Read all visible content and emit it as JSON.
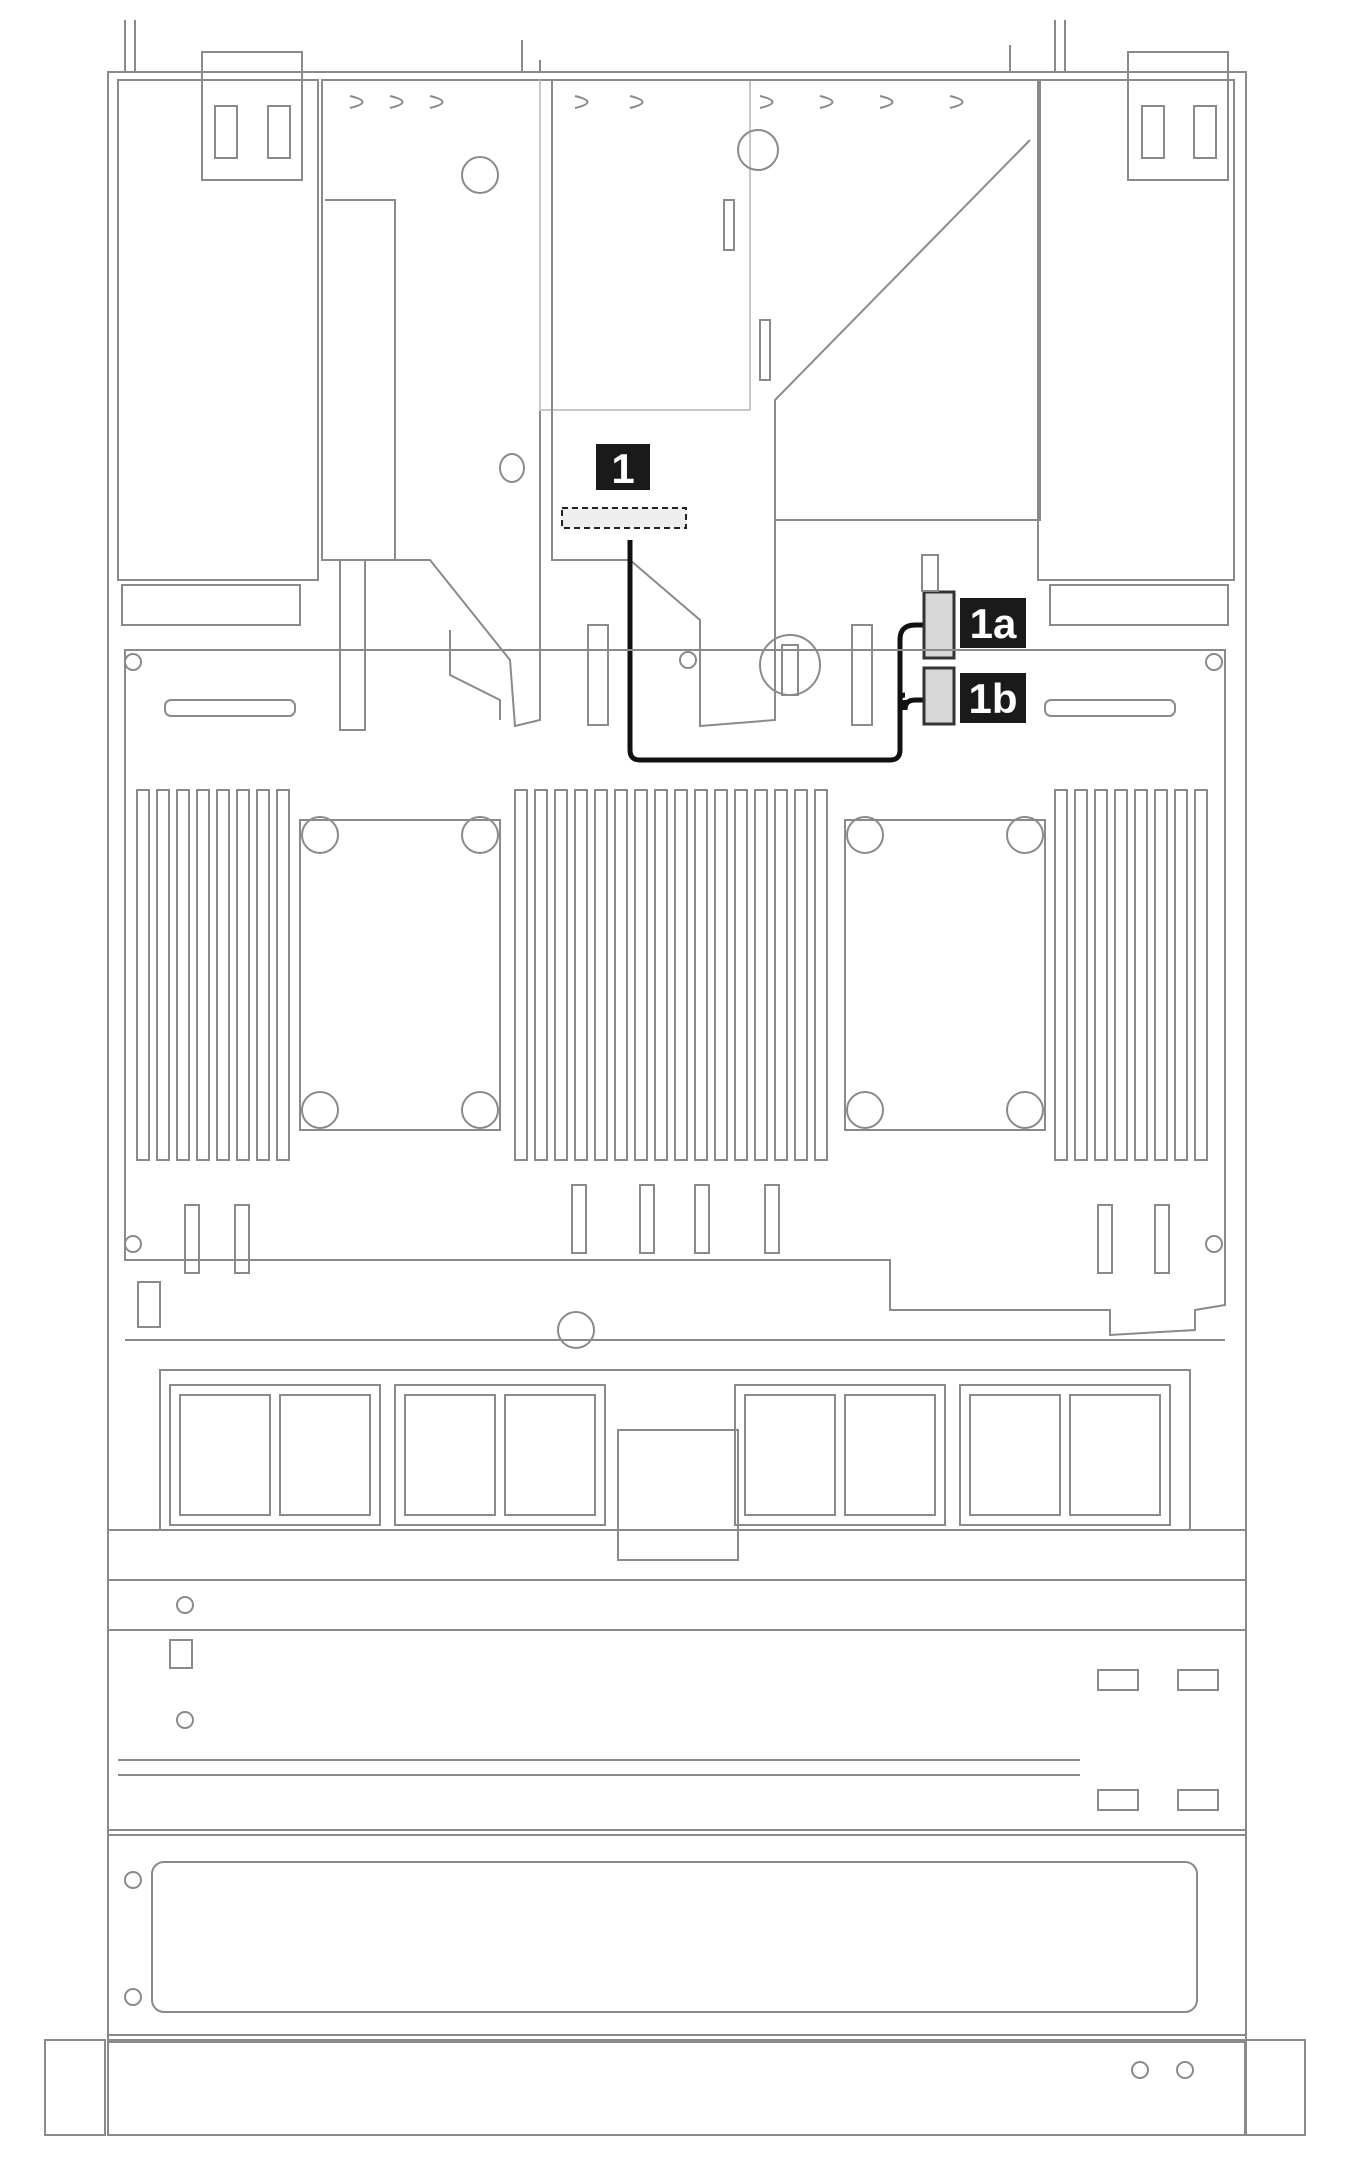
{
  "callouts": {
    "c1": "1",
    "c1a": "1a",
    "c1b": "1b"
  },
  "colors": {
    "outline": "#8a8a8a",
    "cable": "#111111",
    "callout_bg": "#1a1a1a",
    "callout_text": "#ffffff"
  }
}
